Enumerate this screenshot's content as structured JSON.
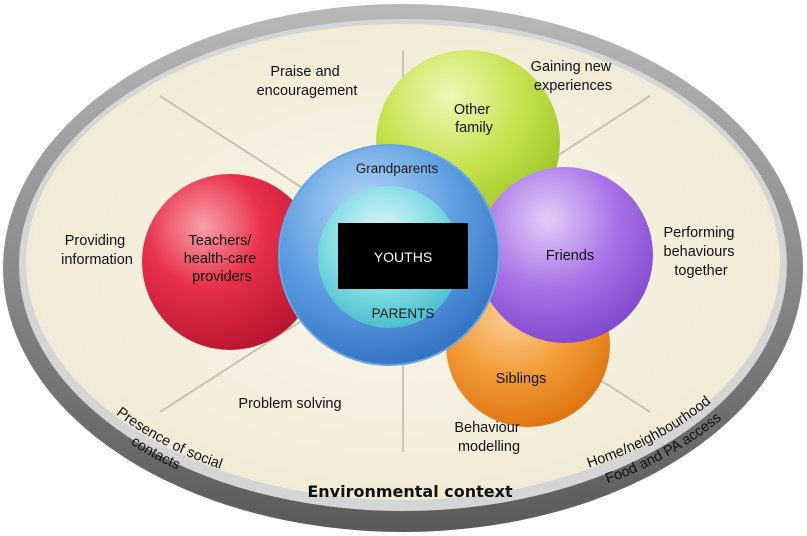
{
  "center": {
    "label": "YOUTHS",
    "inner_ring_label": "PARENTS",
    "outer_ring_label": "Grandparents"
  },
  "circles": {
    "teachers": [
      "Teachers/",
      "health-care",
      "providers"
    ],
    "other_family": [
      "Other",
      "family"
    ],
    "friends": "Friends",
    "siblings": "Siblings"
  },
  "mechanisms": {
    "praise": [
      "Praise and",
      "encouragement"
    ],
    "gaining": [
      "Gaining new",
      "experiences"
    ],
    "providing": [
      "Providing",
      "information"
    ],
    "performing": [
      "Performing",
      "behaviours",
      "together"
    ],
    "problem_solving": "Problem solving",
    "modelling": [
      "Behaviour",
      "modelling"
    ]
  },
  "ring": {
    "title": "Environmental context",
    "left": [
      "Presence of social",
      "contacts"
    ],
    "right": [
      "Home/neighbourhood",
      "Food and PA access"
    ]
  },
  "colors": {
    "teachers": "#e8304a",
    "other_family": "#b9dc3a",
    "friends": "#9b5fe0",
    "siblings": "#f08a1c",
    "outer_ring": "#4a8fd8",
    "inner_ring": "#6fd3dc",
    "center_box": "#000000",
    "background": "#f4efdf"
  }
}
